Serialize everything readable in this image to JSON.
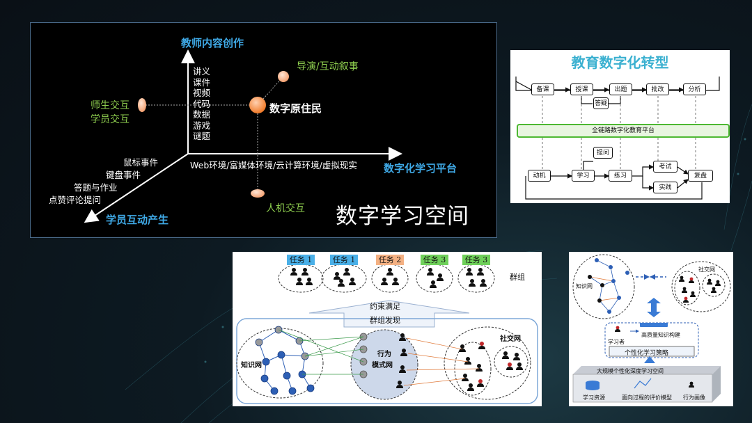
{
  "space": {
    "axis_top": "教师内容创作",
    "axis_right": "数字化学习平台",
    "axis_left": "学员互动产生",
    "content_items": [
      "讲义",
      "课件",
      "视频",
      "代码",
      "数据",
      "游戏",
      "谜题"
    ],
    "env_text": "Web环境/富媒体环境/云计算环境/虚拟现实",
    "interact_items": [
      "鼠标事件",
      "键盘事件",
      "答题与作业",
      "点赞评论提问"
    ],
    "director": "导演/互动叙事",
    "native": "数字原住民",
    "teacher_student": "师生交互",
    "student_student": "学员交互",
    "human_machine": "人机交互",
    "title": "数字学习空间"
  },
  "flow": {
    "title": "教育数字化转型",
    "top_steps": [
      "备课",
      "授课",
      "出题",
      "批改",
      "分析"
    ],
    "qa": "答疑",
    "platform": "全链路数字化教育平台",
    "question": "提问",
    "bottom_steps": [
      "动机",
      "学习",
      "练习"
    ],
    "exam": "考试",
    "practice": "实践",
    "review": "复盘"
  },
  "group": {
    "tasks": [
      {
        "label": "任务 1",
        "color": "#4ab0e8"
      },
      {
        "label": "任务 1",
        "color": "#4ab0e8"
      },
      {
        "label": "任务 2",
        "color": "#f4b183"
      },
      {
        "label": "任务 3",
        "color": "#6fd05a"
      },
      {
        "label": "任务 3",
        "color": "#6fd05a"
      }
    ],
    "group_label": "群组",
    "constraint": "约束满足",
    "discovery": "群组发现",
    "knowledge_net": "知识网",
    "behavior_net_1": "行为",
    "behavior_net_2": "模式网",
    "social_net": "社交网"
  },
  "pers": {
    "knowledge_net": "知识网",
    "social_net": "社交网",
    "learner": "学习者",
    "build": "高质量知识构建",
    "strategy": "个性化学习策略",
    "space": "大规模个性化深度学习空间",
    "res": "学习资源",
    "eval": "面向过程的评价模型",
    "profile": "行为画像"
  }
}
